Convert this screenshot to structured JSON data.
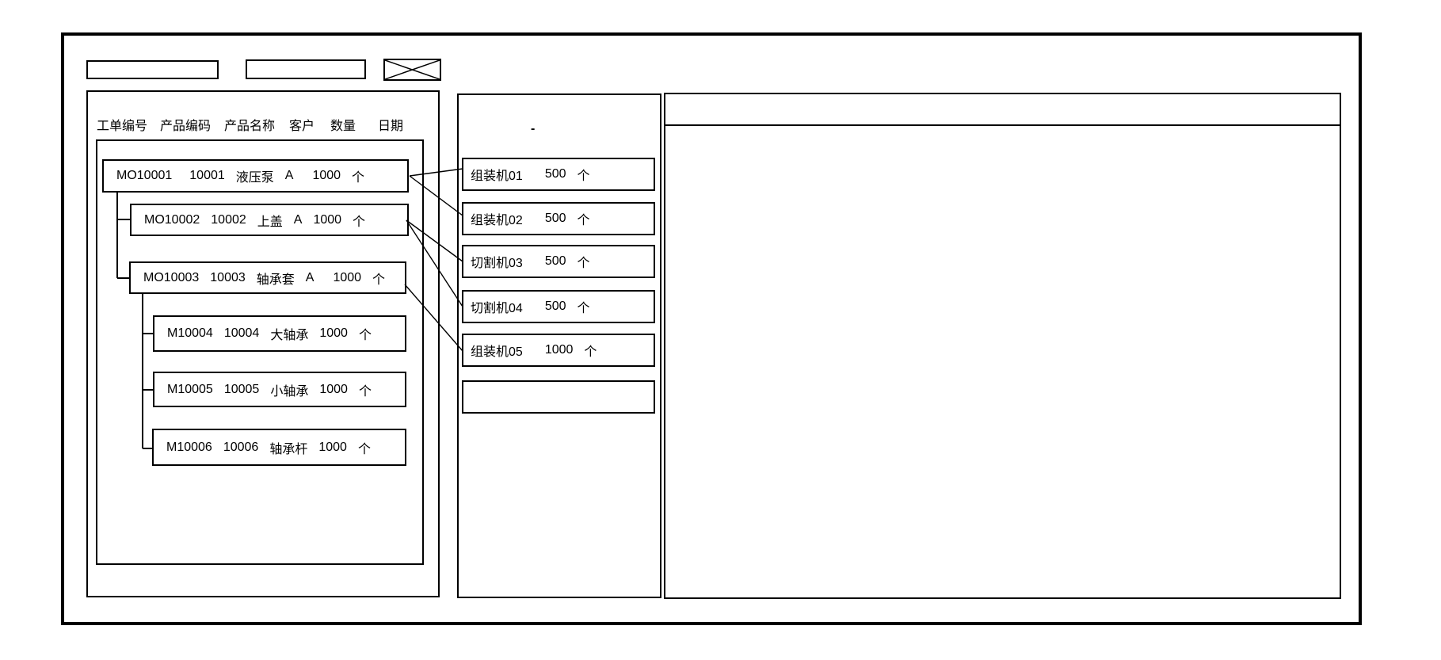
{
  "toolbar": {
    "field1_value": "",
    "field2_value": ""
  },
  "left_panel": {
    "columns": [
      "工单编号",
      "产品编码",
      "产品名称",
      "客户",
      "数量",
      "日期"
    ],
    "rows": [
      {
        "order_no": "MO10001",
        "product_code": "10001",
        "product_name": "液压泵",
        "customer": "A",
        "qty": "1000",
        "unit": "个",
        "level": 0
      },
      {
        "order_no": "MO10002",
        "product_code": "10002",
        "product_name": "上盖",
        "customer": "A",
        "qty": "1000",
        "unit": "个",
        "level": 1
      },
      {
        "order_no": "MO10003",
        "product_code": "10003",
        "product_name": "轴承套",
        "customer": "A",
        "qty": "1000",
        "unit": "个",
        "level": 1
      },
      {
        "order_no": "M10004",
        "product_code": "10004",
        "product_name": "大轴承",
        "customer": "",
        "qty": "1000",
        "unit": "个",
        "level": 2
      },
      {
        "order_no": "M10005",
        "product_code": "10005",
        "product_name": "小轴承",
        "customer": "",
        "qty": "1000",
        "unit": "个",
        "level": 2
      },
      {
        "order_no": "M10006",
        "product_code": "10006",
        "product_name": "轴承杆",
        "customer": "",
        "qty": "1000",
        "unit": "个",
        "level": 2
      }
    ]
  },
  "middle_panel": {
    "mark": "-",
    "machines": [
      {
        "name": "组装机01",
        "qty": "500",
        "unit": "个"
      },
      {
        "name": "组装机02",
        "qty": "500",
        "unit": "个"
      },
      {
        "name": "切割机03",
        "qty": "500",
        "unit": "个"
      },
      {
        "name": "切割机04",
        "qty": "500",
        "unit": "个"
      },
      {
        "name": "组装机05",
        "qty": "1000",
        "unit": "个"
      },
      {
        "name": "",
        "qty": "",
        "unit": ""
      }
    ]
  },
  "connections": [
    {
      "from": "MO10001",
      "to": "组装机01"
    },
    {
      "from": "MO10001",
      "to": "组装机02"
    },
    {
      "from": "MO10002",
      "to": "切割机03"
    },
    {
      "from": "MO10002",
      "to": "切割机04"
    },
    {
      "from": "MO10003",
      "to": "组装机05"
    }
  ],
  "colors": {
    "stroke": "#000000",
    "background": "#ffffff"
  }
}
